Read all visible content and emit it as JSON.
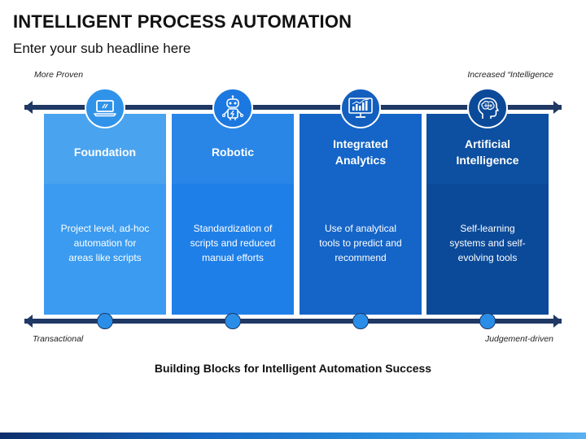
{
  "header": {
    "title": "INTELLIGENT PROCESS AUTOMATION",
    "subtitle": "Enter your sub headline here"
  },
  "top_axis": {
    "left_label": "More Proven",
    "right_label": "Increased “Intelligence"
  },
  "bottom_axis": {
    "left_label": "Transactional",
    "right_label": "Judgement-driven"
  },
  "cards": [
    {
      "title": "Foundation",
      "description": "Project level, ad-hoc\nautomation for\nareas like scripts",
      "icon": "laptop-icon",
      "top_color": "#4aa3ee",
      "body_color": "#3a9bf0",
      "icon_bg": "#2f93ea"
    },
    {
      "title": "Robotic",
      "description": "Standardization of\nscripts and reduced\nmanual efforts",
      "icon": "robot-icon",
      "top_color": "#2a86e6",
      "body_color": "#1f7fe8",
      "icon_bg": "#1b78e0"
    },
    {
      "title": "Integrated\nAnalytics",
      "description": "Use of analytical\ntools to predict and\nrecommend",
      "icon": "analytics-dashboard-icon",
      "top_color": "#1565c8",
      "body_color": "#1565c8",
      "icon_bg": "#125fbf"
    },
    {
      "title": "Artificial\nIntelligence",
      "description": "Self-learning\nsystems and self-\nevolving tools",
      "icon": "brain-head-icon",
      "top_color": "#0d4fa0",
      "body_color": "#0b4a99",
      "icon_bg": "#0b4a99"
    }
  ],
  "caption": "Building Blocks for Intelligent Automation Success",
  "colors": {
    "axis": "#1f3864",
    "dot_fill": "#2a8ee8"
  }
}
